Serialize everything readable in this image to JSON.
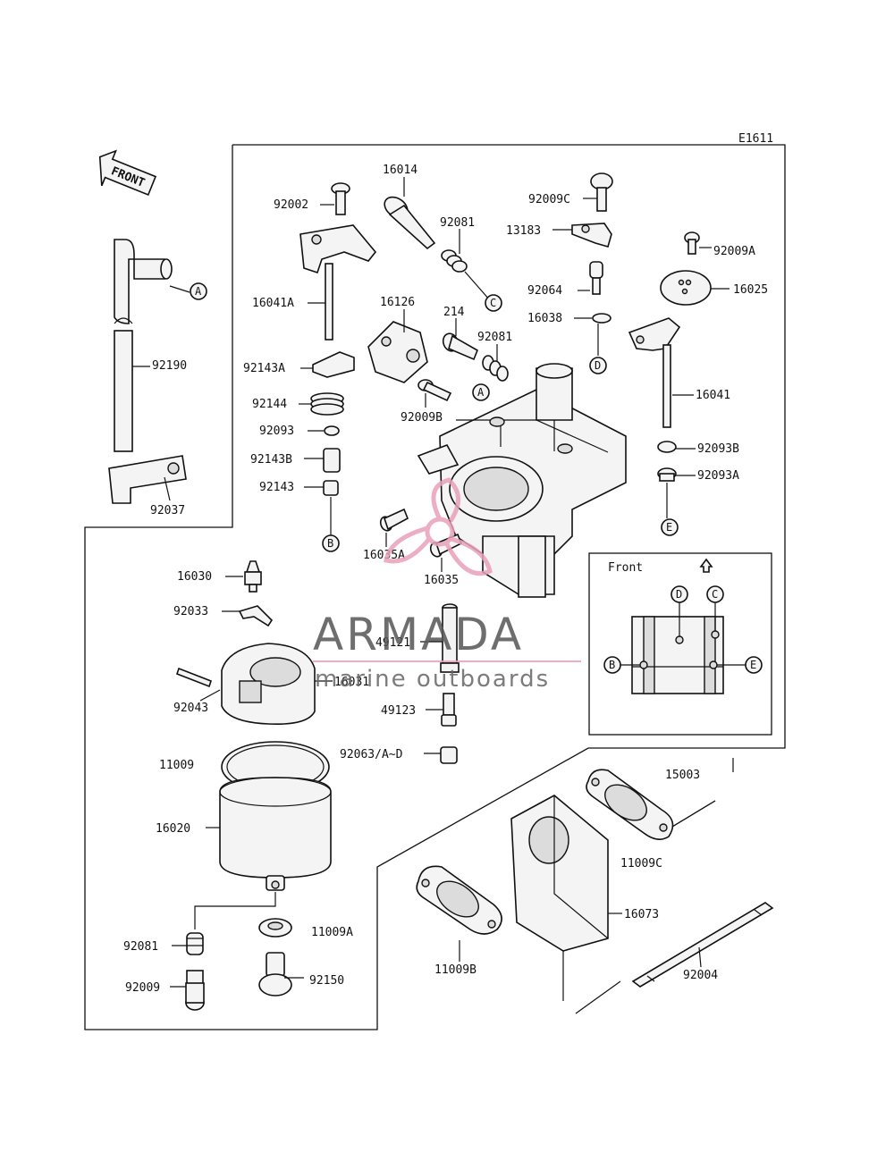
{
  "diagram_code": "E1611",
  "front_arrow_label": "FRONT",
  "inset_label": "Front",
  "watermark": {
    "brand": "ARMADA",
    "tagline": "marine outboards",
    "accent_color": "#e8a0b8",
    "text_color": "#555555"
  },
  "ref_letters": [
    "A",
    "B",
    "C",
    "D",
    "E"
  ],
  "labels": {
    "p16014": "16014",
    "p92002": "92002",
    "p92081a": "92081",
    "p92009C": "92009C",
    "p13183": "13183",
    "p92009A": "92009A",
    "p16025": "16025",
    "p92064": "92064",
    "p16038": "16038",
    "p16041A": "16041A",
    "p16126": "16126",
    "p214": "214",
    "p92081b": "92081",
    "p92143A": "92143A",
    "p92144": "92144",
    "p92009B": "92009B",
    "p92093": "92093",
    "p92143B": "92143B",
    "p92143": "92143",
    "p16041": "16041",
    "p92093B": "92093B",
    "p92093A": "92093A",
    "p92190": "92190",
    "p92037": "92037",
    "p16035A": "16035A",
    "p16035": "16035",
    "p16030": "16030",
    "p92033": "92033",
    "p49121": "49121",
    "p16031": "16031",
    "p92043": "92043",
    "p49123": "49123",
    "p92063": "92063/A~D",
    "p11009": "11009",
    "p16020": "16020",
    "p15003": "15003",
    "p11009C": "11009C",
    "p16073": "16073",
    "p92081c": "92081",
    "p11009A": "11009A",
    "p92009": "92009",
    "p92150": "92150",
    "p11009B": "11009B",
    "p92004": "92004"
  }
}
